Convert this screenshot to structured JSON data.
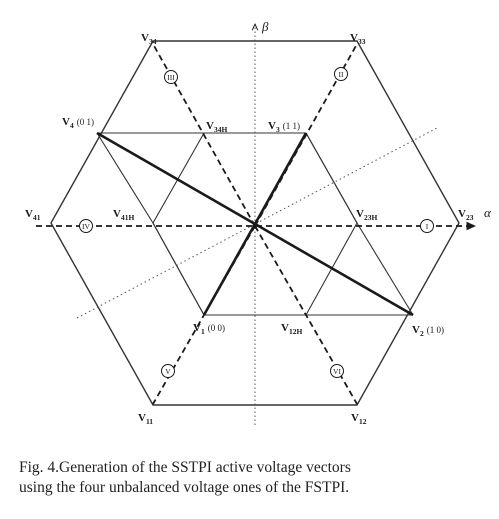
{
  "axes": {
    "alpha": "α",
    "beta": "β"
  },
  "vectors": {
    "v34": {
      "main": "V",
      "sub": "34"
    },
    "v33": {
      "main": "V",
      "sub": "33"
    },
    "v4": {
      "main": "V",
      "sub": "4",
      "bits": "(0 1)"
    },
    "v34h": {
      "main": "V",
      "sub": "34H"
    },
    "v3": {
      "main": "V",
      "sub": "3",
      "bits": "(1 1)"
    },
    "v41": {
      "main": "V",
      "sub": "41"
    },
    "v41h": {
      "main": "V",
      "sub": "41H"
    },
    "v23h": {
      "main": "V",
      "sub": "23H"
    },
    "v23": {
      "main": "V",
      "sub": "23"
    },
    "v1": {
      "main": "V",
      "sub": "1",
      "bits": "(0 0)"
    },
    "v12h": {
      "main": "V",
      "sub": "12H"
    },
    "v2": {
      "main": "V",
      "sub": "2",
      "bits": "(1 0)"
    },
    "v11": {
      "main": "V",
      "sub": "11"
    },
    "v12": {
      "main": "V",
      "sub": "12"
    }
  },
  "sectors": {
    "s1": "I",
    "s2": "II",
    "s3": "III",
    "s4": "IV",
    "s5": "V",
    "s6": "VI"
  },
  "caption": {
    "line1": "Fig. 4.Generation of the SSTPI active voltage vectors",
    "line2": "using the four unbalanced voltage ones of the FSTPI."
  }
}
